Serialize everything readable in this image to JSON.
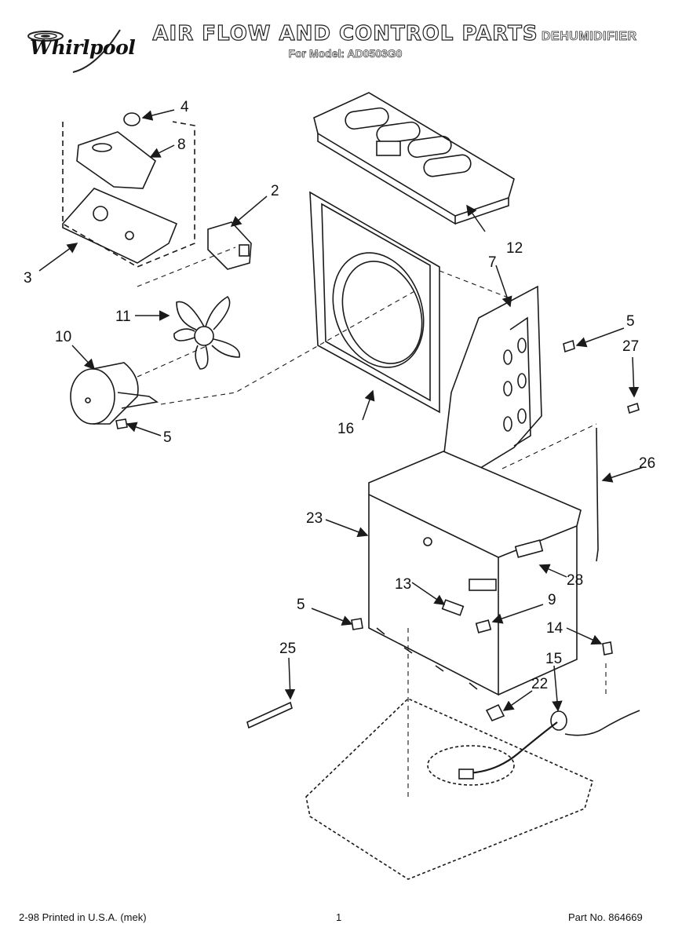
{
  "header": {
    "brand": "Whirlpool",
    "title": "AIR FLOW AND CONTROL PARTS",
    "subtitle": "For Model: AD0503G0",
    "category": "DEHUMIDIFIER"
  },
  "callouts": {
    "c2": "2",
    "c3": "3",
    "c4": "4",
    "c5a": "5",
    "c5b": "5",
    "c5c": "5",
    "c7": "7",
    "c8": "8",
    "c9": "9",
    "c10": "10",
    "c11": "11",
    "c12": "12",
    "c13": "13",
    "c14": "14",
    "c15": "15",
    "c16": "16",
    "c22": "22",
    "c23": "23",
    "c25": "25",
    "c26": "26",
    "c27": "27",
    "c28": "28"
  },
  "footer": {
    "print_info": "2-98 Printed in U.S.A. (mek)",
    "page_number": "1",
    "part_number": "Part No. 864669"
  },
  "colors": {
    "line": "#1a1a1a",
    "fill": "#ffffff",
    "shade": "#d9d9d9"
  }
}
